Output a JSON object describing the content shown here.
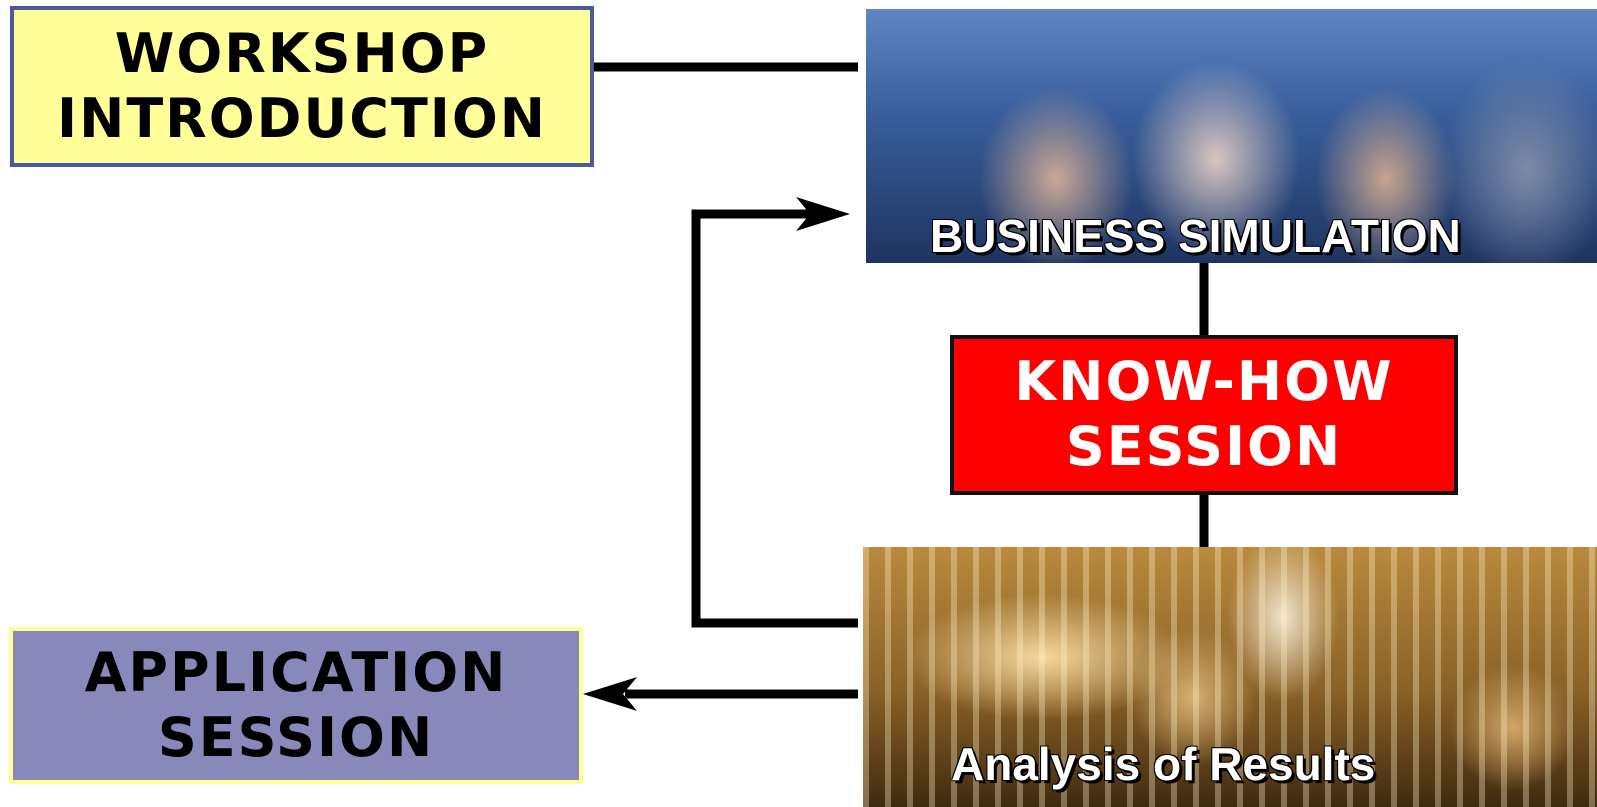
{
  "boxes": {
    "workshop": {
      "line1": "WORKSHOP",
      "line2": "INTRODUCTION"
    },
    "application": {
      "line1": "APPLICATION",
      "line2": "SESSION"
    },
    "knowhow": {
      "line1": "KNOW-HOW",
      "line2": "SESSION"
    }
  },
  "photos": {
    "simulation": {
      "caption": "BUSINESS SIMULATION"
    },
    "analysis": {
      "caption": "Analysis of Results"
    }
  },
  "colors": {
    "workshop_fill": "#ffff99",
    "workshop_border": "#4a5a9a",
    "application_fill": "#8888bb",
    "application_border": "#ffff99",
    "knowhow_fill": "#ff0000",
    "connector": "#000000"
  }
}
